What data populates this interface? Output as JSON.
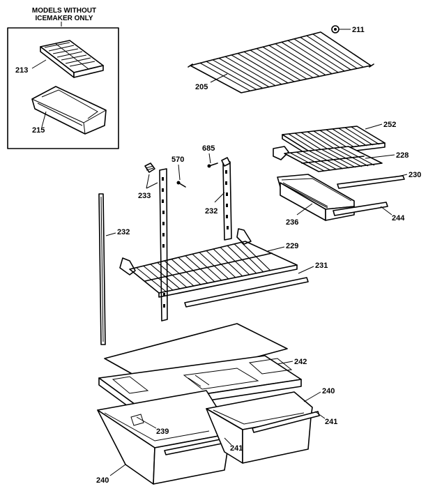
{
  "header": {
    "inset_title_line1": "MODELS WITHOUT",
    "inset_title_line2": "ICEMAKER ONLY"
  },
  "parts": {
    "p211": "211",
    "p205": "205",
    "p213": "213",
    "p215": "215",
    "p252": "252",
    "p685": "685",
    "p570": "570",
    "p228": "228",
    "p230": "230",
    "p233": "233",
    "p232_mid": "232",
    "p232_left": "232",
    "p236": "236",
    "p244": "244",
    "p229": "229",
    "p231": "231",
    "p242": "242",
    "p240_right": "240",
    "p241_right": "241",
    "p239": "239",
    "p241_mid": "241",
    "p240_left": "240"
  }
}
